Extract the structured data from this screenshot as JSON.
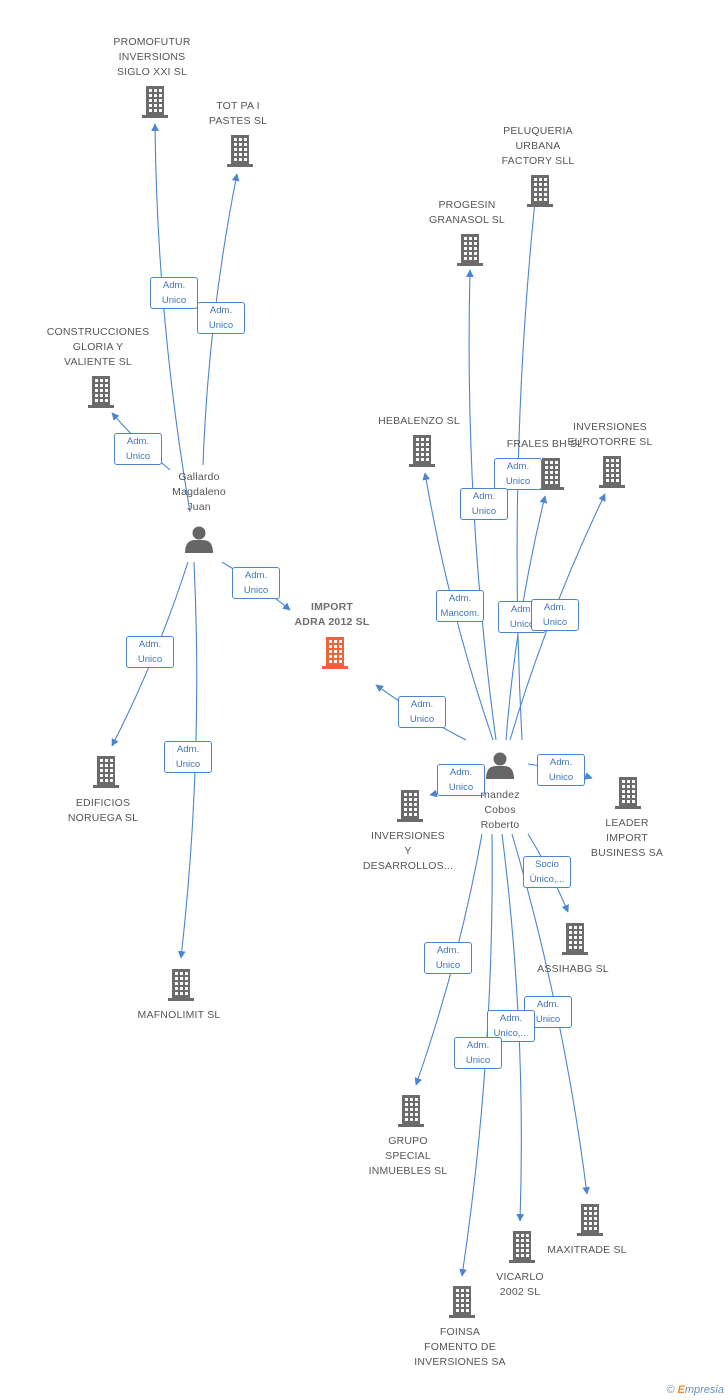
{
  "colors": {
    "edge": "#4a86d0",
    "building": "#6b6b6b",
    "building_focus": "#f0643c",
    "person": "#666666"
  },
  "nodes": [
    {
      "id": "promofutur",
      "type": "company",
      "label": "PROMOFUTUR\nINVERSIONS\nSIGLO XXI SL"
    },
    {
      "id": "totpai",
      "type": "company",
      "label": "TOT PA I\nPASTES SL"
    },
    {
      "id": "construcciones",
      "type": "company",
      "label": "CONSTRUCCIONES\nGLORIA Y\nVALIENTE SL"
    },
    {
      "id": "gallardo",
      "type": "person",
      "label": "Gallardo\nMagdaleno\nJuan"
    },
    {
      "id": "import",
      "type": "focus",
      "label": "IMPORT\nADRA 2012 SL"
    },
    {
      "id": "edificios",
      "type": "company",
      "label": "EDIFICIOS\nNORUEGA SL"
    },
    {
      "id": "mafnolimit",
      "type": "company",
      "label": "MAFNOLIMIT SL"
    },
    {
      "id": "peluqueria",
      "type": "company",
      "label": "PELUQUERIA\nURBANA\nFACTORY SLL"
    },
    {
      "id": "progesin",
      "type": "company",
      "label": "PROGESIN\nGRANASOL SL"
    },
    {
      "id": "hebalenzo",
      "type": "company",
      "label": "HEBALENZO SL"
    },
    {
      "id": "frales",
      "type": "company",
      "label": "FRALES BH SL"
    },
    {
      "id": "eurotorre",
      "type": "company",
      "label": "INVERSIONES\nEUROTORRE SL"
    },
    {
      "id": "fernandez",
      "type": "person",
      "label": "rnandez\nCobos\nRoberto"
    },
    {
      "id": "leader",
      "type": "company",
      "label": "LEADER\nIMPORT\nBUSINESS SA"
    },
    {
      "id": "inversionesy",
      "type": "company",
      "label": "INVERSIONES\nY\nDESARROLLOS..."
    },
    {
      "id": "assihabg",
      "type": "company",
      "label": "ASSIHABG SL"
    },
    {
      "id": "grupo",
      "type": "company",
      "label": "GRUPO\nSPECIAL\nINMUEBLES SL"
    },
    {
      "id": "maxitrade",
      "type": "company",
      "label": "MAXITRADE SL"
    },
    {
      "id": "vicarlo",
      "type": "company",
      "label": "VICARLO\n2002 SL"
    },
    {
      "id": "foinsa",
      "type": "company",
      "label": "FOINSA\nFOMENTO DE\nINVERSIONES SA"
    }
  ],
  "edges": [
    {
      "from": "gallardo",
      "to": "promofutur",
      "label": "Adm.\nUnico"
    },
    {
      "from": "gallardo",
      "to": "totpai",
      "label": "Adm.\nUnico"
    },
    {
      "from": "gallardo",
      "to": "construcciones",
      "label": "Adm.\nUnico"
    },
    {
      "from": "gallardo",
      "to": "import",
      "label": "Adm.\nUnico"
    },
    {
      "from": "gallardo",
      "to": "edificios",
      "label": "Adm.\nUnico"
    },
    {
      "from": "gallardo",
      "to": "mafnolimit",
      "label": "Adm.\nUnico"
    },
    {
      "from": "fernandez",
      "to": "peluqueria",
      "label": "Adm.\nUnico"
    },
    {
      "from": "fernandez",
      "to": "progesin",
      "label": "Adm.\nUnico"
    },
    {
      "from": "fernandez",
      "to": "hebalenzo",
      "label": "Adm.\nMancom."
    },
    {
      "from": "fernandez",
      "to": "frales",
      "label": "Adm.\nUnico"
    },
    {
      "from": "fernandez",
      "to": "eurotorre",
      "label": "Adm.\nUnico"
    },
    {
      "from": "fernandez",
      "to": "import",
      "label": "Adm.\nUnico"
    },
    {
      "from": "fernandez",
      "to": "leader",
      "label": "Adm.\nUnico"
    },
    {
      "from": "fernandez",
      "to": "inversionesy",
      "label": "Adm.\nUnico"
    },
    {
      "from": "fernandez",
      "to": "assihabg",
      "label": "Socio\nÚnico,..."
    },
    {
      "from": "fernandez",
      "to": "grupo",
      "label": "Adm.\nUnico"
    },
    {
      "from": "fernandez",
      "to": "maxitrade",
      "label": "Adm.\nUnico"
    },
    {
      "from": "fernandez",
      "to": "vicarlo",
      "label": "Adm.\nUnico,..."
    },
    {
      "from": "fernandez",
      "to": "foinsa",
      "label": "Adm.\nUnico"
    }
  ],
  "brand": {
    "copyright": "©",
    "e": "E",
    "rest": "mpresia"
  }
}
